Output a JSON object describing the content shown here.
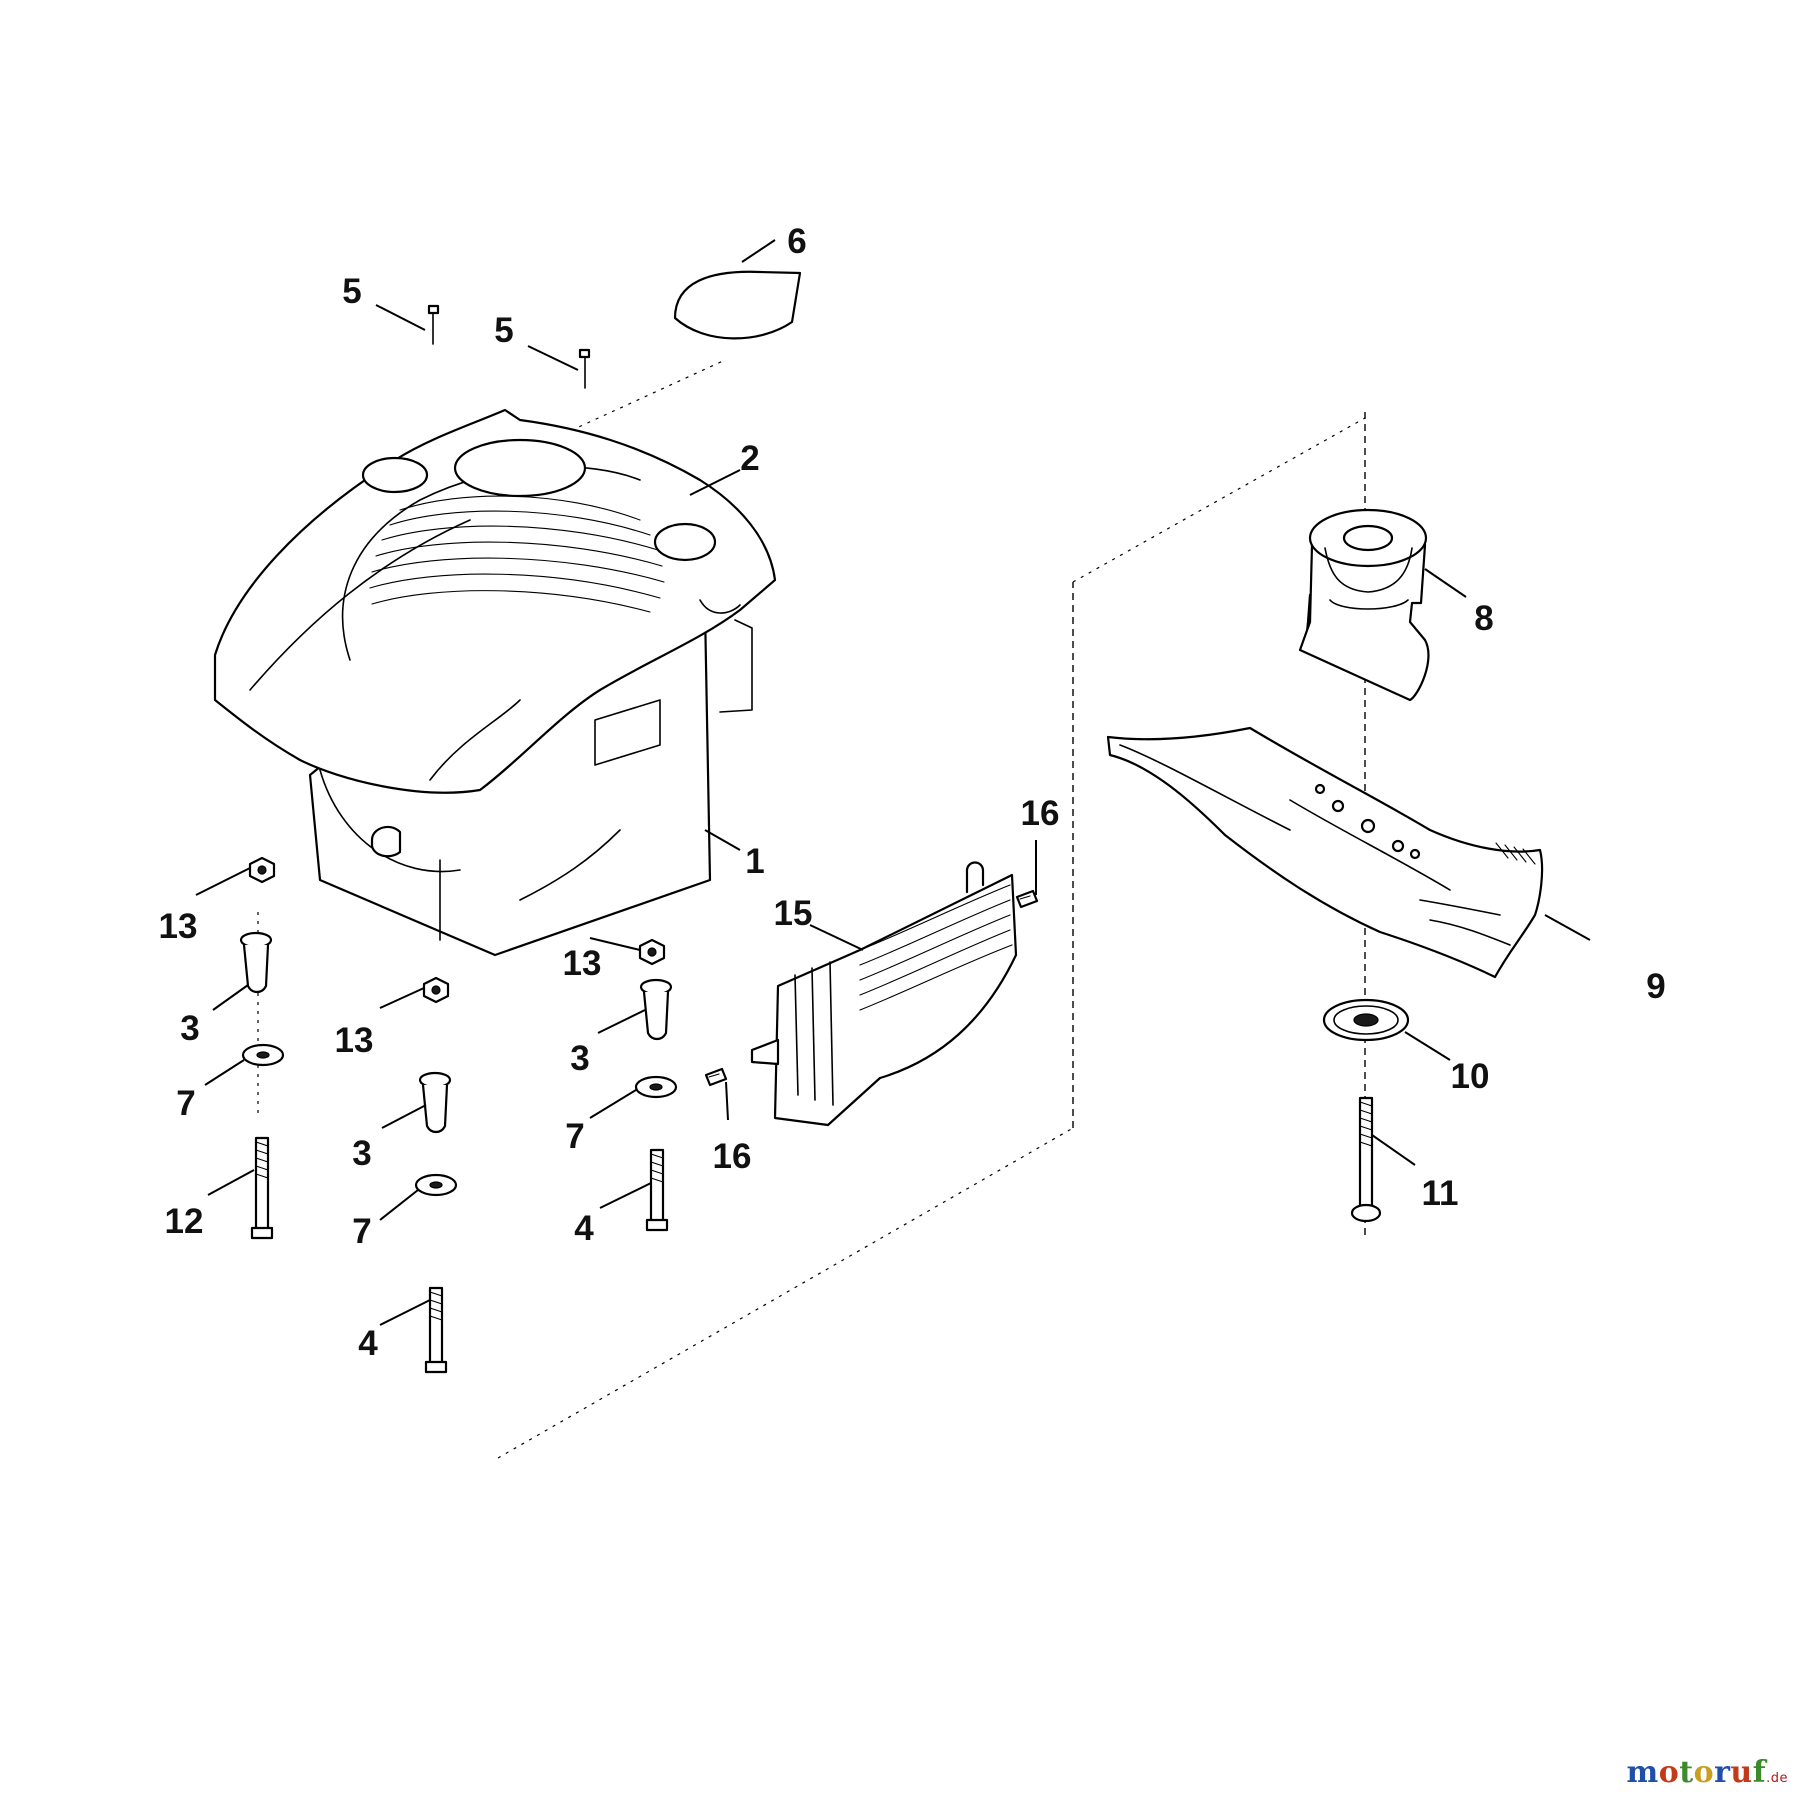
{
  "diagram": {
    "callouts": {
      "c1": "1",
      "c2": "2",
      "c3a": "3",
      "c3b": "3",
      "c3c": "3",
      "c4a": "4",
      "c4b": "4",
      "c5a": "5",
      "c5b": "5",
      "c6": "6",
      "c7a": "7",
      "c7b": "7",
      "c7c": "7",
      "c8": "8",
      "c9": "9",
      "c10": "10",
      "c11": "11",
      "c12": "12",
      "c13a": "13",
      "c13b": "13",
      "c13c": "13",
      "c15": "15",
      "c16a": "16",
      "c16b": "16"
    }
  },
  "watermark": {
    "text": "motoruf",
    "suffix": ".de",
    "letter_colors": [
      "#1f4fa8",
      "#c23a17",
      "#3d8a2a",
      "#c9a01e",
      "#1f4fa8",
      "#c23a17",
      "#3d8a2a"
    ]
  }
}
